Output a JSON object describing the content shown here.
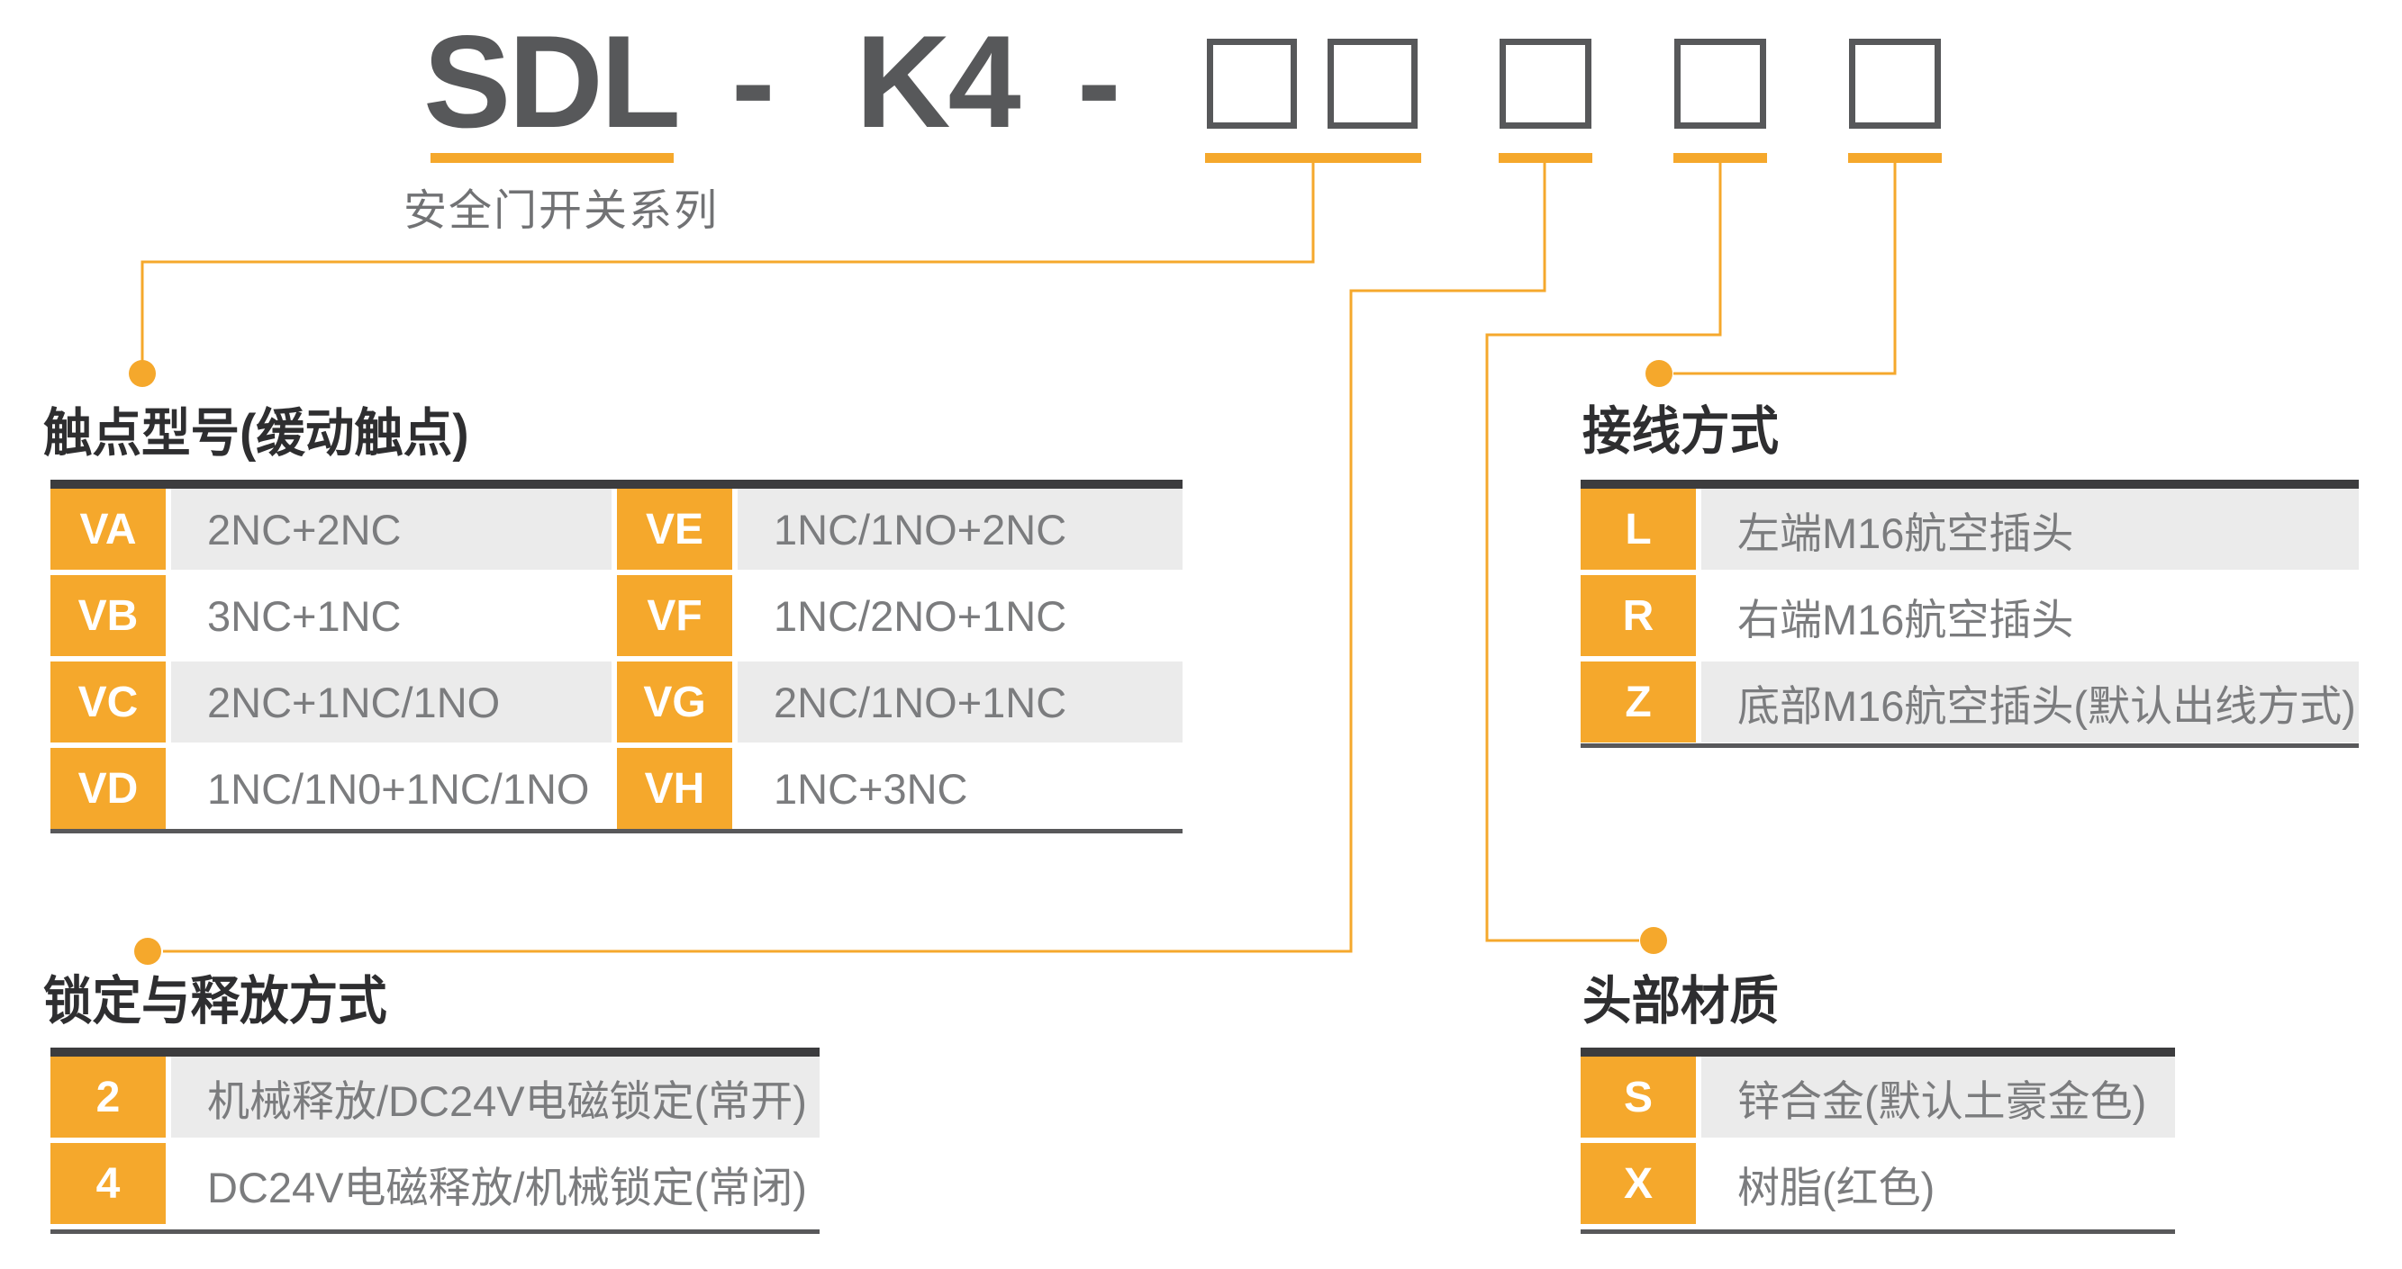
{
  "colors": {
    "accent_orange": "#F5A82C",
    "model_text_gray": "#57585A",
    "section_title_color": "#2E2E30",
    "desc_text_gray": "#7B7C7E",
    "alt_row_bg": "#EBEBEB",
    "table_top_border": "#3C3C3E",
    "table_bottom_border": "#58585A",
    "series_label_gray": "#717274"
  },
  "model": {
    "prefix": "SDL",
    "separator1": "-",
    "series_code": "K4",
    "separator2": "-",
    "series_label": "安全门开关系列",
    "placeholder_box_count": 5
  },
  "sections": {
    "contact": {
      "title": "触点型号(缓动触点)",
      "rows": [
        {
          "left": {
            "code": "VA",
            "desc": "2NC+2NC"
          },
          "right": {
            "code": "VE",
            "desc": "1NC/1NO+2NC"
          }
        },
        {
          "left": {
            "code": "VB",
            "desc": "3NC+1NC"
          },
          "right": {
            "code": "VF",
            "desc": "1NC/2NO+1NC"
          }
        },
        {
          "left": {
            "code": "VC",
            "desc": "2NC+1NC/1NO"
          },
          "right": {
            "code": "VG",
            "desc": "2NC/1NO+1NC"
          }
        },
        {
          "left": {
            "code": "VD",
            "desc": "1NC/1N0+1NC/1NO"
          },
          "right": {
            "code": "VH",
            "desc": "1NC+3NC"
          }
        }
      ]
    },
    "wiring": {
      "title": "接线方式",
      "rows": [
        {
          "code": "L",
          "desc": "左端M16航空插头"
        },
        {
          "code": "R",
          "desc": "右端M16航空插头"
        },
        {
          "code": "Z",
          "desc": "底部M16航空插头(默认出线方式)"
        }
      ]
    },
    "locking": {
      "title": "锁定与释放方式",
      "rows": [
        {
          "code": "2",
          "desc": "机械释放/DC24V电磁锁定(常开)"
        },
        {
          "code": "4",
          "desc": "DC24V电磁释放/机械锁定(常闭)"
        }
      ]
    },
    "head_material": {
      "title": "头部材质",
      "rows": [
        {
          "code": "S",
          "desc": "锌合金(默认土豪金色)"
        },
        {
          "code": "X",
          "desc": "树脂(红色)"
        }
      ]
    }
  }
}
